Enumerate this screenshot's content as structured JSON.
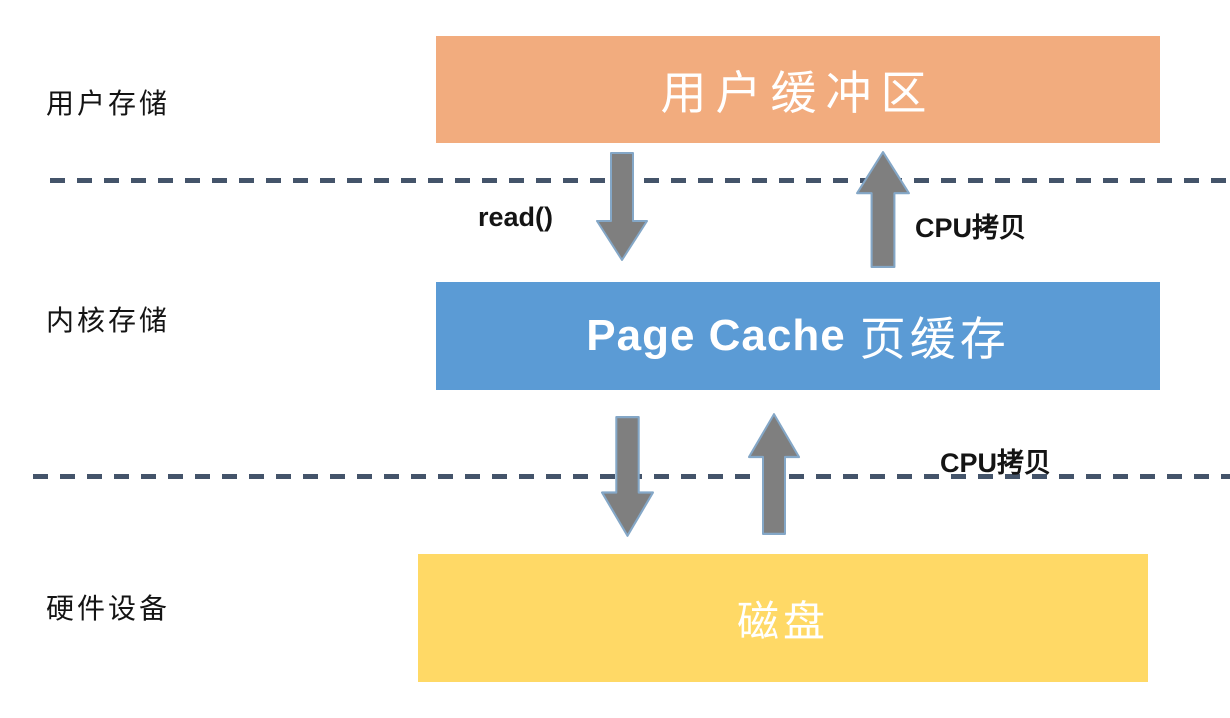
{
  "layer_labels": {
    "user": "用户存储",
    "kernel": "内核存储",
    "hardware": "硬件设备"
  },
  "boxes": {
    "user_buffer": {
      "label": "用户缓冲区",
      "color": "#F2AC7E"
    },
    "page_cache": {
      "label_en": "Page Cache",
      "label_zh": "页缓存",
      "color": "#5B9BD5"
    },
    "disk": {
      "label": "磁盘",
      "color": "#FFD966"
    }
  },
  "annotations": {
    "read_call": "read()",
    "cpu_copy_upper": "CPU拷贝",
    "cpu_copy_lower": "CPU拷贝"
  },
  "colors": {
    "background": "#FFFFFF",
    "text": "#141414",
    "arrow_fill": "#7F7F7F",
    "arrow_stroke": "#84A7C7",
    "dashed_line": "#44546A"
  },
  "icons": {
    "down_arrow": "down-arrow-icon",
    "up_arrow": "up-arrow-icon"
  }
}
